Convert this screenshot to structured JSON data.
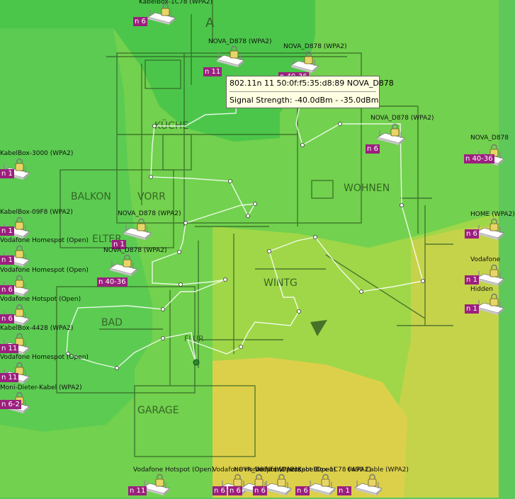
{
  "colors": {
    "signal_strong": "#48c548",
    "signal_medium": "#72d14e",
    "signal_fair": "#9fd748",
    "signal_weak": "#c9d54a",
    "signal_poor": "#dcd04a",
    "badge": "#9b1f7e",
    "floorplan_lines": "#2f5a22",
    "path": "#ffffff",
    "tooltip_bg": "#ffffe1"
  },
  "floorplan": {
    "rooms": [
      "KÜCHE",
      "BALKON",
      "VORR",
      "WOHNEN",
      "ELTER",
      "BAD",
      "WINTG",
      "GARAGE",
      "A",
      "FLUR"
    ]
  },
  "tooltip": {
    "line1": "802.11n 11 50:0f:f5:35:d8:89 NOVA_D878",
    "line2": "Signal Strength: -40.0dBm - -35.0dBm"
  },
  "access_points": [
    {
      "label": "KabelBox-1C78 (WPA2)",
      "badge": "n 6"
    },
    {
      "label": "NOVA_D878 (WPA2)",
      "badge": "n 11"
    },
    {
      "label": "NOVA_D878 (WPA2)",
      "badge": "n 40-36"
    },
    {
      "label": "NOVA_D878 (WPA2)",
      "badge": "n 6"
    },
    {
      "label": "NOVA_D878",
      "badge": "n 40-36"
    },
    {
      "label": "KabelBox-3000 (WPA2)",
      "badge": "n 1"
    },
    {
      "label": "KabelBox-09F8 (WPA2)",
      "badge": "n 1"
    },
    {
      "label": "NOVA_D878 (WPA2)",
      "badge": "n 1"
    },
    {
      "label": "Vodafone Homespot (Open)",
      "badge": "n 1"
    },
    {
      "label": "NOVA_D878 (WPA2)",
      "badge": "n 40-36"
    },
    {
      "label": "Vodafone Homespot (Open)",
      "badge": "n 6"
    },
    {
      "label": "Vodafone Hotspot (Open)",
      "badge": "n 6"
    },
    {
      "label": "KabelBox-4428 (WPA2)",
      "badge": "n 11"
    },
    {
      "label": "Vodafone Homespot (Open)",
      "badge": "n 11"
    },
    {
      "label": "Moni-Dieter-Kabel (WPA2)",
      "badge": "n 6-2"
    },
    {
      "label": "HOME (WPA2)",
      "badge": "n 6"
    },
    {
      "label": "Vodafone",
      "badge": "n 1"
    },
    {
      "label": "Hidden",
      "badge": "n 1"
    },
    {
      "label": "Vodafone Hotspot (Open)",
      "badge": "n 11"
    },
    {
      "label": "Vodafone Homespot (Open)",
      "badge": "n 6"
    },
    {
      "label": "NOVA_D878 (WPA2)",
      "badge": "n 6"
    },
    {
      "label": "Vodafone Hotspot (Open)",
      "badge": "n 6"
    },
    {
      "label": "KabelBox-1C78 (WPA2)",
      "badge": "n 6"
    },
    {
      "label": "6490 Cable (WPA2)",
      "badge": "n 1"
    }
  ]
}
